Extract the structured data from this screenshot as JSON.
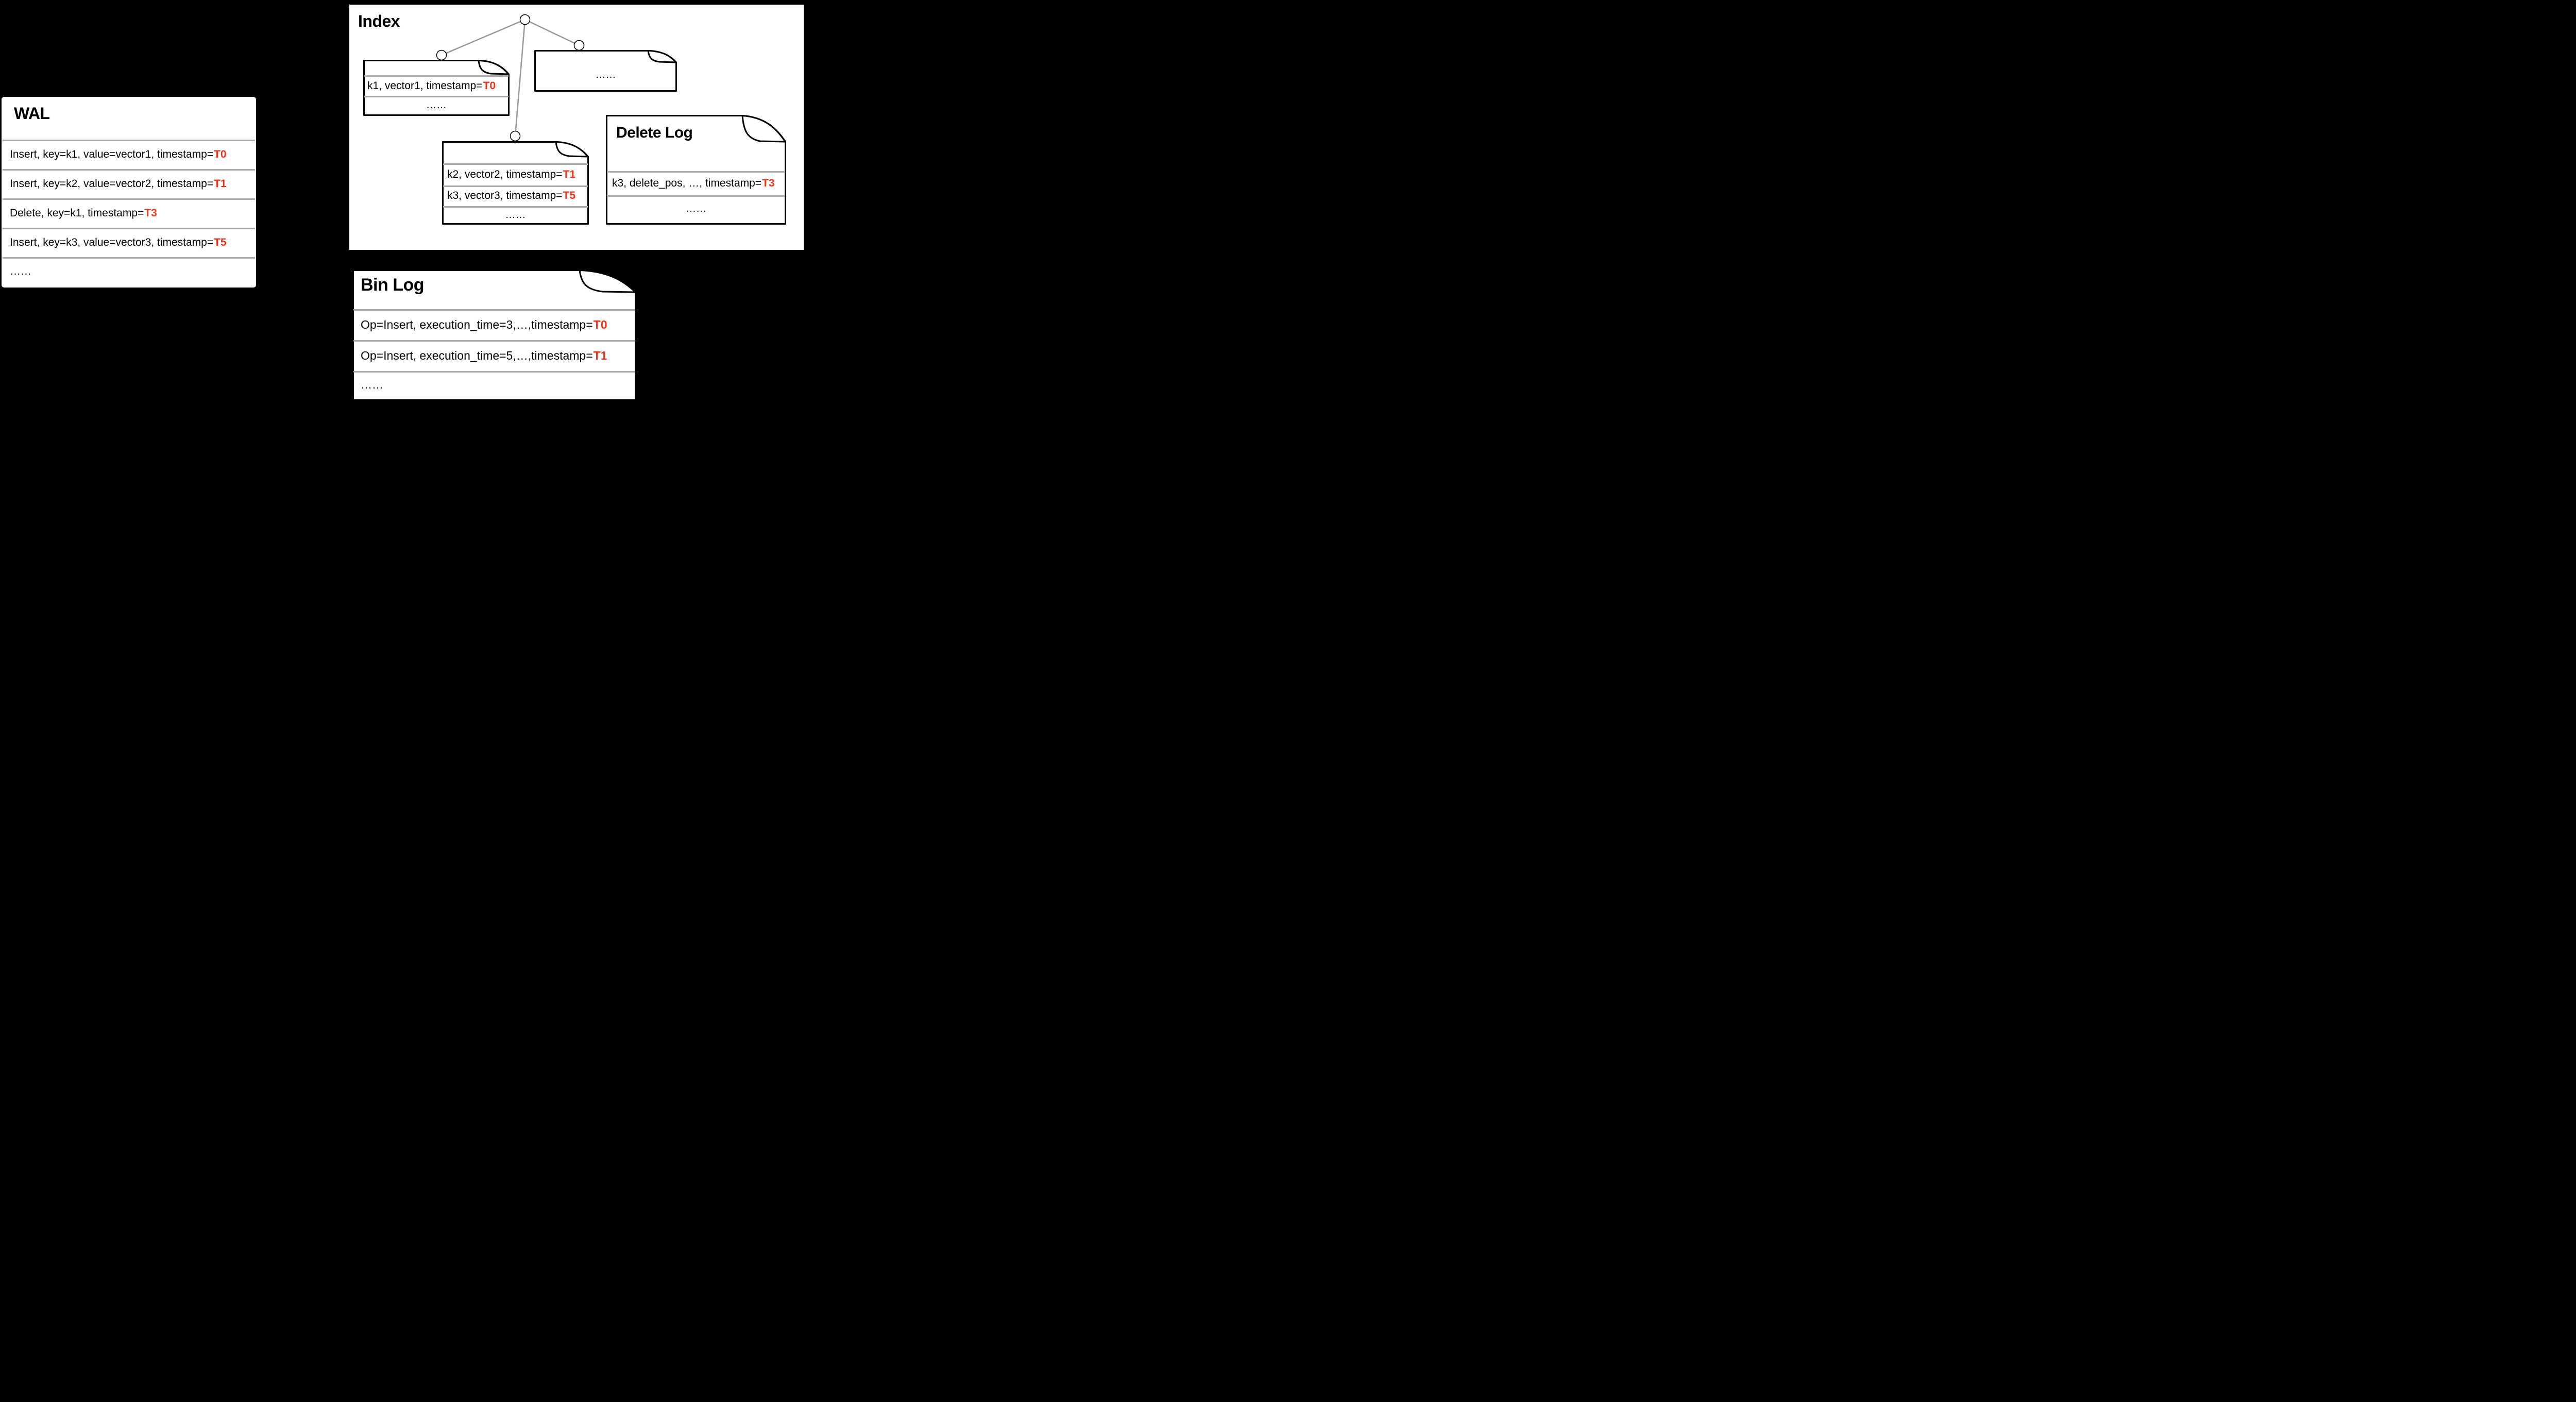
{
  "colors": {
    "background_black": "#000000",
    "panel_white": "#ffffff",
    "timestamp_red": "#fa2e14",
    "divider_gray": "#a9a9a9",
    "tree_line_gray": "#999999"
  },
  "wal": {
    "title": "WAL",
    "rows": [
      {
        "text": "Insert, key=k1, value=vector1, timestamp=",
        "ts": "T0"
      },
      {
        "text": "Insert, key=k2, value=vector2, timestamp=",
        "ts": "T1"
      },
      {
        "text": "Delete, key=k1, timestamp=",
        "ts": "T3"
      },
      {
        "text": "Insert, key=k3, value=vector3, timestamp=",
        "ts": "T5"
      }
    ],
    "more": "……"
  },
  "index": {
    "title": "Index",
    "left_file": {
      "rows": [
        {
          "text": "k1, vector1, timestamp=",
          "ts": "T0"
        }
      ],
      "more": "……"
    },
    "right_file": {
      "more": "……"
    },
    "middle_file": {
      "rows": [
        {
          "text": "k2, vector2, timestamp=",
          "ts": "T1"
        },
        {
          "text": "k3, vector3, timestamp=",
          "ts": "T5"
        }
      ],
      "more": "……"
    },
    "delete_log": {
      "title": "Delete Log",
      "rows": [
        {
          "text": "k3, delete_pos, …, timestamp=",
          "ts": "T3"
        }
      ],
      "more": "……"
    }
  },
  "bin_log": {
    "title": "Bin Log",
    "rows": [
      {
        "text": "Op=Insert, execution_time=3,…,timestamp=",
        "ts": "T0"
      },
      {
        "text": "Op=Insert, execution_time=5,…,timestamp=",
        "ts": "T1"
      }
    ],
    "more": "……"
  }
}
